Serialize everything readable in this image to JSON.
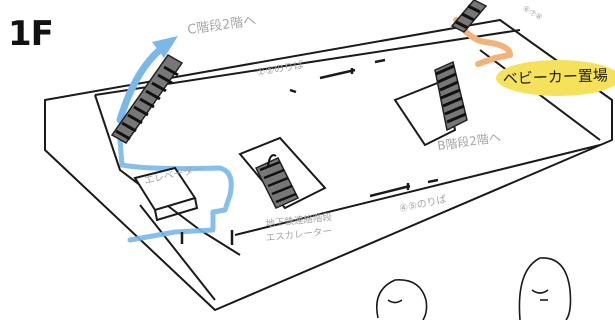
{
  "floor": "1F",
  "labels": {
    "stairs_c": "C階段2階へ",
    "platform_1_2": "①②のりば",
    "stroller_area": "ベビーカー置場",
    "stairs_b": "B階段2階へ",
    "elevator": "エレベーター",
    "subway_line1": "地下鉄連絡階段",
    "subway_line2": "エスカレーター",
    "platform_4_5": "④⑤のりば",
    "platform_top_right": "⑥⑦⑧"
  },
  "colors": {
    "blue_route": "#7ab8ea",
    "orange_route": "#f2b27a",
    "yellow_highlight": "#f6e25a",
    "ink": "#1a1a1a",
    "text_gray": "#a6a6a6"
  },
  "icons": [
    "stairs-c-icon",
    "stairs-b-icon",
    "stairs-top-right-icon",
    "escalator-icon",
    "elevator-icon",
    "person-icon"
  ]
}
